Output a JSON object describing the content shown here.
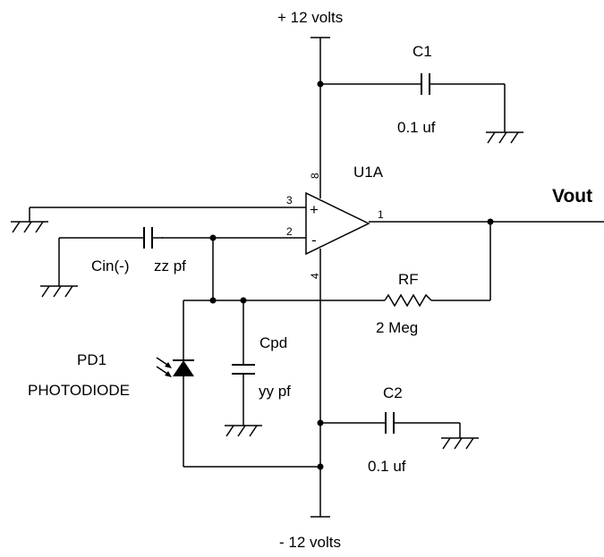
{
  "supply": {
    "positive": "+ 12 volts",
    "negative": "- 12 volts"
  },
  "opamp": {
    "name": "U1A",
    "pin_plus_in": "3",
    "pin_minus_in": "2",
    "pin_out": "1",
    "pin_vplus": "8",
    "pin_vminus": "4",
    "plus_sign": "+",
    "minus_sign": "-"
  },
  "c1": {
    "name": "C1",
    "value": "0.1 uf"
  },
  "c2": {
    "name": "C2",
    "value": "0.1 uf"
  },
  "cin": {
    "name": "Cin(-)",
    "value": "zz pf"
  },
  "cpd": {
    "name": "Cpd",
    "value": "yy pf"
  },
  "rf": {
    "name": "RF",
    "value": "2 Meg"
  },
  "pd1": {
    "name": "PD1",
    "type": "PHOTODIODE"
  },
  "output": {
    "label": "Vout"
  }
}
